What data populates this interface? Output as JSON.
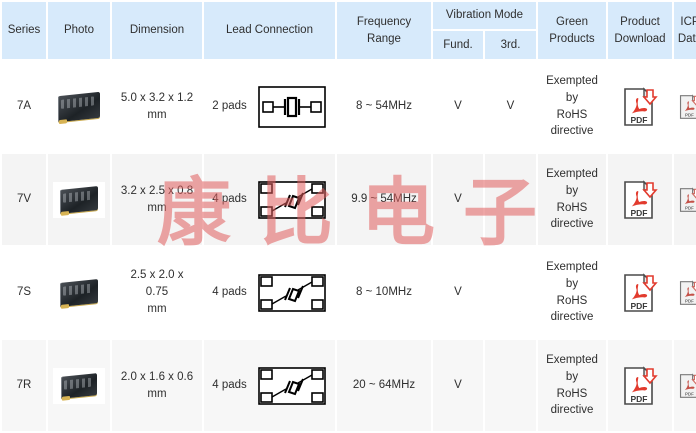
{
  "table": {
    "columns": [
      {
        "key": "series",
        "label": "Series"
      },
      {
        "key": "photo",
        "label": "Photo"
      },
      {
        "key": "dimension",
        "label": "Dimension"
      },
      {
        "key": "lead_connection",
        "label": "Lead Connection"
      },
      {
        "key": "frequency_range",
        "label": "Frequency Range",
        "line1": "Frequency",
        "line2": "Range"
      },
      {
        "key": "vibration_mode",
        "label": "Vibration Mode",
        "subcolumns": [
          {
            "key": "fund",
            "label": "Fund."
          },
          {
            "key": "third",
            "label": "3rd."
          }
        ]
      },
      {
        "key": "green_products",
        "label": "Green Products",
        "line1": "Green",
        "line2": "Products"
      },
      {
        "key": "product_download",
        "label": "Product Download",
        "line1": "Product",
        "line2": "Download"
      },
      {
        "key": "icp_data",
        "label": "ICP Data",
        "line1": "ICP",
        "line2": "Data"
      }
    ],
    "rows": [
      {
        "series": "7A",
        "photo_alt": "crystal-photo-7a",
        "dimension": "5.0 x 3.2 x 1.2 mm",
        "dimension_l1": "5.0 x 3.2 x 1.2",
        "dimension_l2": "mm",
        "lead_connection": "2 pads",
        "lead_symbol": "two-pad-crystal-symbol",
        "frequency_range": "8 ~ 54MHz",
        "fund": "V",
        "third": "V",
        "green_products": "Exempted by RoHS directive",
        "green_l1": "Exempted",
        "green_l2": "by",
        "green_l3": "RoHS",
        "green_l4": "directive",
        "product_download": "PDF",
        "icp_data": "PDF"
      },
      {
        "series": "7V",
        "photo_alt": "crystal-photo-7v",
        "dimension": "3.2 x 2.5 x 0.8 mm",
        "dimension_l1": "3.2 x 2.5 x 0.8",
        "dimension_l2": "mm",
        "lead_connection": "4 pads",
        "lead_symbol": "four-pad-crystal-symbol",
        "frequency_range": "9.9 ~ 54MHz",
        "fund": "V",
        "third": "",
        "green_products": "Exempted by RoHS directive",
        "green_l1": "Exempted",
        "green_l2": "by",
        "green_l3": "RoHS",
        "green_l4": "directive",
        "product_download": "PDF",
        "icp_data": "PDF"
      },
      {
        "series": "7S",
        "photo_alt": "crystal-photo-7s",
        "dimension": "2.5 x 2.0 x 0.75 mm",
        "dimension_l1": "2.5 x 2.0 x",
        "dimension_l2": "0.75",
        "dimension_l3": "mm",
        "lead_connection": "4 pads",
        "lead_symbol": "four-pad-crystal-symbol",
        "frequency_range": "8 ~ 10MHz",
        "fund": "V",
        "third": "",
        "green_products": "Exempted by RoHS directive",
        "green_l1": "Exempted",
        "green_l2": "by",
        "green_l3": "RoHS",
        "green_l4": "directive",
        "product_download": "PDF",
        "icp_data": "PDF"
      },
      {
        "series": "7R",
        "photo_alt": "crystal-photo-7r",
        "dimension": "2.0 x 1.6 x 0.6 mm",
        "dimension_l1": "2.0 x 1.6 x 0.6",
        "dimension_l2": "mm",
        "lead_connection": "4 pads",
        "lead_symbol": "four-pad-crystal-symbol",
        "frequency_range": "20 ~ 64MHz",
        "fund": "V",
        "third": "",
        "green_products": "Exempted by RoHS directive",
        "green_l1": "Exempted",
        "green_l2": "by",
        "green_l3": "RoHS",
        "green_l4": "directive",
        "product_download": "PDF",
        "icp_data": "PDF"
      }
    ]
  },
  "watermark": {
    "text": "康比电子",
    "chars": [
      "康",
      "比",
      "电",
      "子"
    ],
    "color": "#e05c5c"
  },
  "colors": {
    "header_bg": "#d7eafb",
    "row_bg": "#ffffff",
    "row_alt_bg": "#f4f4f4",
    "text": "#2f2f2f",
    "pdf_red": "#e23b2e"
  },
  "icons": {
    "pdf_label": "PDF",
    "pdf_small_label": "PDF"
  }
}
